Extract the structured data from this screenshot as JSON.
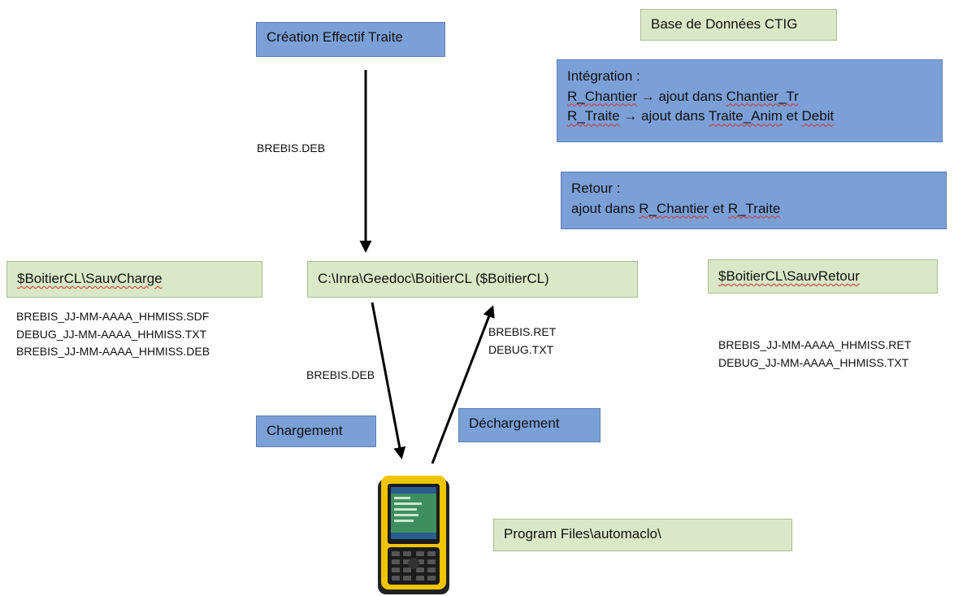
{
  "boxes": {
    "creation": "Création Effectif Traite",
    "base_donnees": "Base de Données CTIG",
    "integration": {
      "title": "Intégration :",
      "line1_a": "R_Chantier",
      "line1_arrow": "→",
      "line1_b": " ajout dans ",
      "line1_c": "Chantier_Tr",
      "line2_a": "R_Traite",
      "line2_arrow": "→",
      "line2_b": " ajout dans ",
      "line2_c": "Traite_Anim",
      "line2_d": " et ",
      "line2_e": "Debit"
    },
    "retour": {
      "title": "Retour :",
      "line_a": "ajout dans ",
      "line_b": "R_Chantier",
      "line_c": " et ",
      "line_d": "R_Traite"
    },
    "sauv_charge": "$BoitierCL\\SauvCharge",
    "boitier": "C:\\Inra\\Geedoc\\BoitierCL ($BoitierCL)",
    "sauv_retour": "$BoitierCL\\SauvRetour",
    "chargement": "Chargement",
    "dechargement": "Déchargement",
    "program_files": "Program Files\\automaclo\\"
  },
  "labels": {
    "brebis_deb_top": "BREBIS.DEB",
    "brebis_deb_mid": "BREBIS.DEB",
    "brebis_ret": "BREBIS.RET",
    "debug_txt": "DEBUG.TXT"
  },
  "files_charge": [
    "BREBIS_JJ-MM-AAAA_HHMISS.SDF",
    "DEBUG_JJ-MM-AAAA_HHMISS.TXT",
    "BREBIS_JJ-MM-AAAA_HHMISS.DEB"
  ],
  "files_retour": [
    "BREBIS_JJ-MM-AAAA_HHMISS.RET",
    "DEBUG_JJ-MM-AAAA_HHMISS.TXT"
  ],
  "colors": {
    "blue_box": "#7ba0d8",
    "green_box": "#d9e8c6",
    "device_yellow": "#f2c400"
  },
  "icons": {
    "device": "handheld-terminal-icon"
  }
}
